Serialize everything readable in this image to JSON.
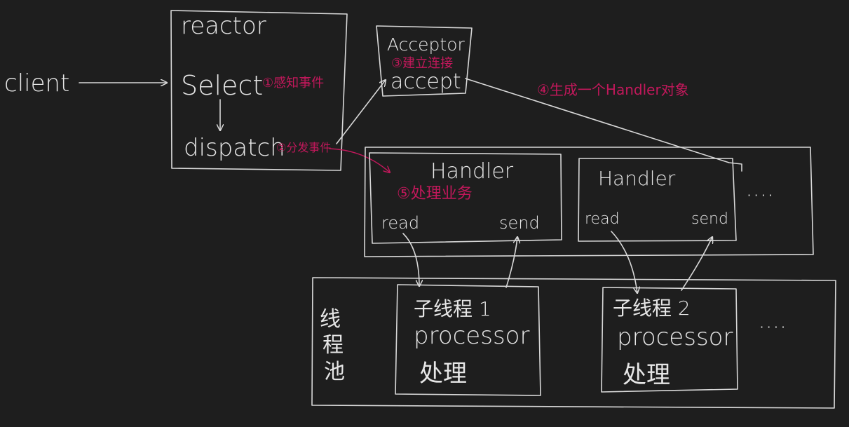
{
  "diagram": {
    "client": "client",
    "reactor": {
      "title": "reactor",
      "select": "Select",
      "select_note": "①感知事件",
      "dispatch": "dispatch",
      "dispatch_note": "②分发事件"
    },
    "acceptor": {
      "title": "Acceptor",
      "note": "③建立连接",
      "accept": "accept"
    },
    "create_handler_note": "④生成一个Handler对象",
    "handlers": [
      {
        "title": "Handler",
        "note": "⑤处理业务",
        "read": "read",
        "send": "send"
      },
      {
        "title": "Handler",
        "read": "read",
        "send": "send"
      }
    ],
    "handler_more": "· · · ·",
    "pool": {
      "label": [
        "线",
        "程",
        "池"
      ],
      "threads": [
        {
          "name": "子线程 1",
          "processor": "processor",
          "work": "处理"
        },
        {
          "name": "子线程 2",
          "processor": "processor",
          "work": "处理"
        }
      ],
      "more": "· · · ·"
    },
    "colors": {
      "background": "#1e1e1e",
      "ink": "#e6e6e6",
      "annotation": "#c2185b"
    }
  }
}
